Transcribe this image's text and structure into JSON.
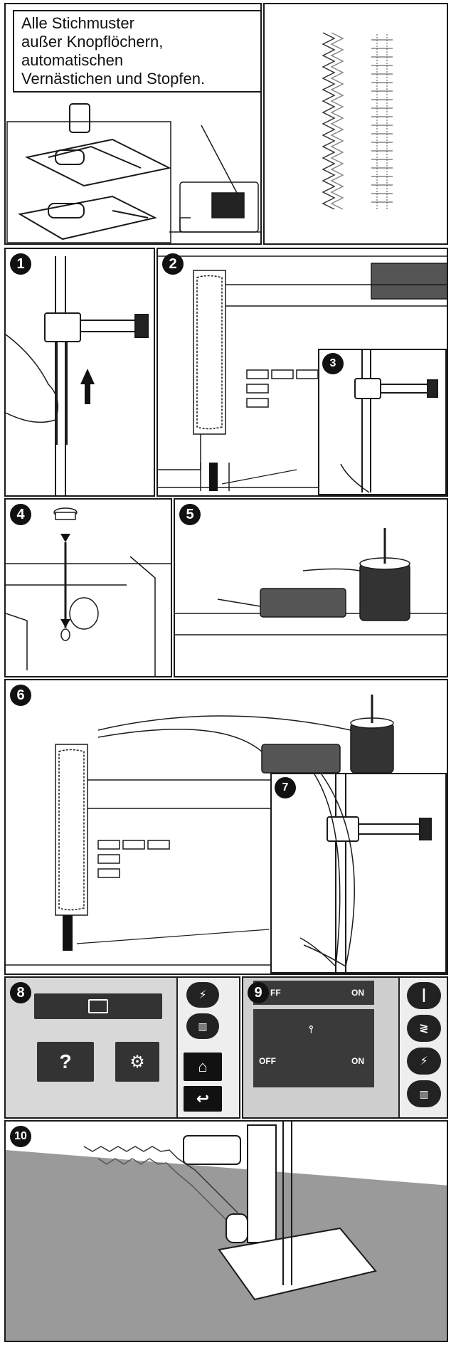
{
  "caption": {
    "lines": [
      "Alle Stichmuster",
      "außer Knopflöchern,",
      "automatischen",
      "Vernästichen und Stopfen."
    ]
  },
  "steps": [
    "1",
    "2",
    "3",
    "4",
    "5",
    "6",
    "7",
    "8",
    "9",
    "10"
  ],
  "screen8": {
    "help_label": "?",
    "folder_icon": "folder-icon",
    "gear_icon": "gear-icon",
    "home_icon": "home-icon",
    "back_icon": "back-arrow-icon"
  },
  "screen9": {
    "off_top": "FF",
    "on_top": "ON",
    "off_label": "OFF",
    "on_label": "ON"
  },
  "colors": {
    "line": "#1a1a1a",
    "screen_dark": "#333333",
    "thread_gray": "#888888"
  }
}
